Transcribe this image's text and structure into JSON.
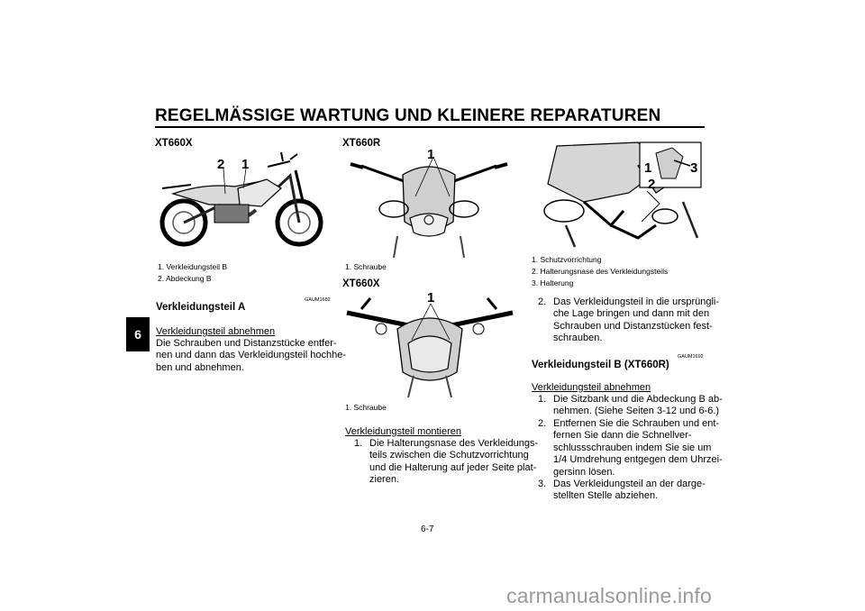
{
  "header": {
    "title": "REGELMÄSSIGE WARTUNG UND KLEINERE REPARATUREN",
    "chapter_tab": "6"
  },
  "col1": {
    "model_label": "XT660X",
    "fig_callouts": [
      "2",
      "1"
    ],
    "captions": [
      "1.  Verkleidungsteil B",
      "2.  Abdeckung B"
    ],
    "code": "GAUM1682",
    "heading": "Verkleidungsteil A",
    "subheading": "Verkleidungsteil abnehmen",
    "paragraph": [
      "Die Schrauben und Distanzstücke entfer-",
      "nen und dann das Verkleidungsteil hochhe-",
      "ben und abnehmen."
    ]
  },
  "col2": {
    "model_label_1": "XT660R",
    "fig1_callout": "1",
    "caption_1": "1.  Schraube",
    "model_label_2": "XT660X",
    "fig2_callout": "1",
    "caption_2": "1.  Schraube",
    "subheading": "Verkleidungsteil montieren",
    "step_1_num": "1.",
    "step_1_lines": [
      "Die Halterungsnase des Verkleidungs-",
      "teils zwischen die Schutzvorrichtung",
      "und die Halterung auf jeder Seite plat-",
      "zieren."
    ]
  },
  "col3": {
    "fig_callouts": [
      "1",
      "3",
      "2"
    ],
    "captions": [
      "1.  Schutzvorrichtung",
      "2.  Halterungsnase des Verkleidungsteils",
      "3.  Halterung"
    ],
    "step_2_num": "2.",
    "step_2_lines": [
      "Das Verkleidungsteil in die ursprüngli-",
      "che Lage bringen und dann mit den",
      "Schrauben und Distanzstücken fest-",
      "schrauben."
    ],
    "code": "GAUM1692",
    "heading": "Verkleidungsteil B (XT660R)",
    "subheading": "Verkleidungsteil abnehmen",
    "steps": [
      {
        "num": "1.",
        "lines": [
          "Die Sitzbank und die Abdeckung B ab-",
          "nehmen. (Siehe Seiten 3-12 und 6-6.)"
        ]
      },
      {
        "num": "2.",
        "lines": [
          "Entfernen Sie die Schrauben und ent-",
          "fernen Sie dann die Schnellver-",
          "schlussschrauben indem Sie sie um",
          "1/4 Umdrehung entgegen dem Uhrzei-",
          "gersinn lösen."
        ]
      },
      {
        "num": "3.",
        "lines": [
          "Das Verkleidungsteil an der darge-",
          "stellten Stelle abziehen."
        ]
      }
    ]
  },
  "footer": {
    "page_number": "6-7",
    "watermark": "carmanualsonline.info"
  }
}
